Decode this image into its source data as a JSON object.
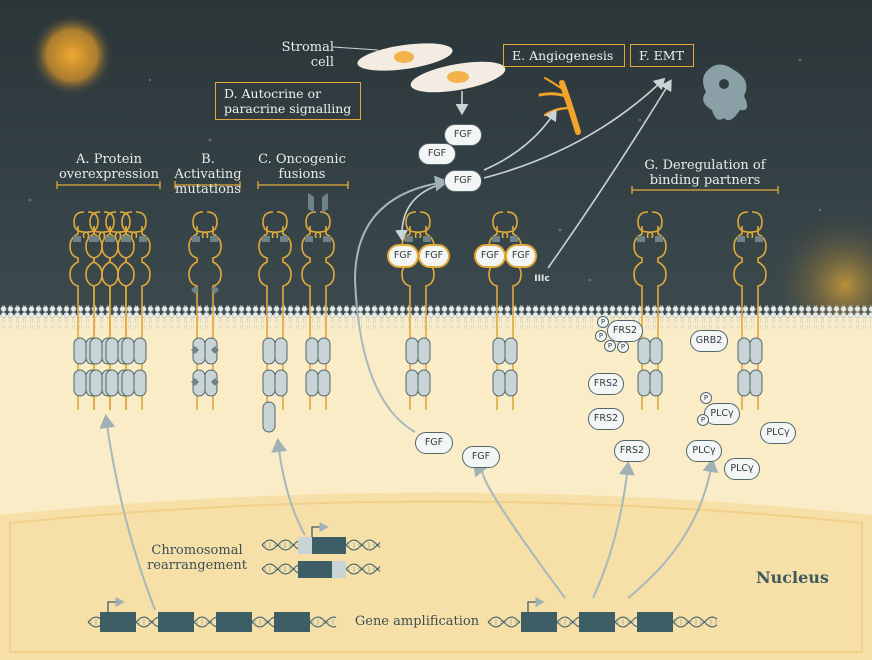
{
  "labels": {
    "stromal_cell": "Stromal cell",
    "angiogenesis": "E. Angiogenesis",
    "emt": "F. EMT",
    "autocrine": "D. Autocrine or paracrine signalling",
    "protein_overexpression": "A. Protein overexpression",
    "activating_mutations": "B. Activating mutations",
    "oncogenic_fusions": "C. Oncogenic fusions",
    "deregulation": "G. Deregulation of binding partners",
    "chromosomal": "Chromosomal rearrangement",
    "gene_amplification": "Gene amplification",
    "nucleus": "Nucleus",
    "iiic": "IIIc"
  },
  "molecules": {
    "fgf": "FGF",
    "frs2": "FRS2",
    "grb2": "GRB2",
    "plcg": "PLCγ",
    "p": "P"
  },
  "colors": {
    "background": "#2f3c40",
    "cytoplasm": "#fbecc8",
    "nucleus": "#f8e2ad",
    "receptor": "#e0a93a",
    "kinase": "#c9d4d6"
  }
}
